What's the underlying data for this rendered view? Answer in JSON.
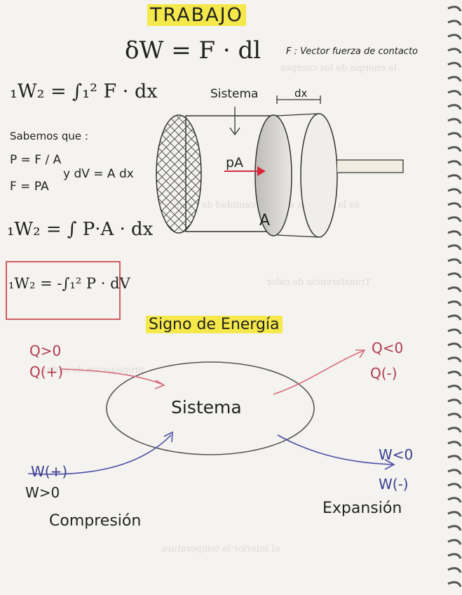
{
  "title": "TRABAJO",
  "definition": {
    "formula": "δW = F · dl",
    "note": "F : Vector fuerza de contacto"
  },
  "work_integral": "₁W₂ = ∫₁² F · dx",
  "sabemos_que": "Sabemos que :",
  "pressure_def": "P = F / A",
  "force_eq": "F = PA",
  "volume_diff": "y  dV = A dx",
  "work_pressure": "₁W₂ = ∫ P·A · dx",
  "work_volume": "₁W₂ = -∫₁² P · dV",
  "system_diagram": {
    "label": "Sistema",
    "dx_label": "dx",
    "force_label": "pA",
    "area_label": "A"
  },
  "energy_section": {
    "title": "Signo de Energía",
    "center": "Sistema",
    "q_in": [
      "Q>0",
      "Q(+)"
    ],
    "q_out": [
      "Q<0",
      "Q(-)"
    ],
    "w_in": [
      "W(+)",
      "W>0"
    ],
    "w_out": [
      "W<0",
      "W(-)"
    ],
    "compression": "Compresión",
    "expansion": "Expansión"
  },
  "colors": {
    "ink": "#222222",
    "highlight": "#f5e84a",
    "heat_arrow": "#d66b7a",
    "work_arrow": "#4a4ea6",
    "box": "#d15b64",
    "force_arrow": "#d6283a"
  }
}
